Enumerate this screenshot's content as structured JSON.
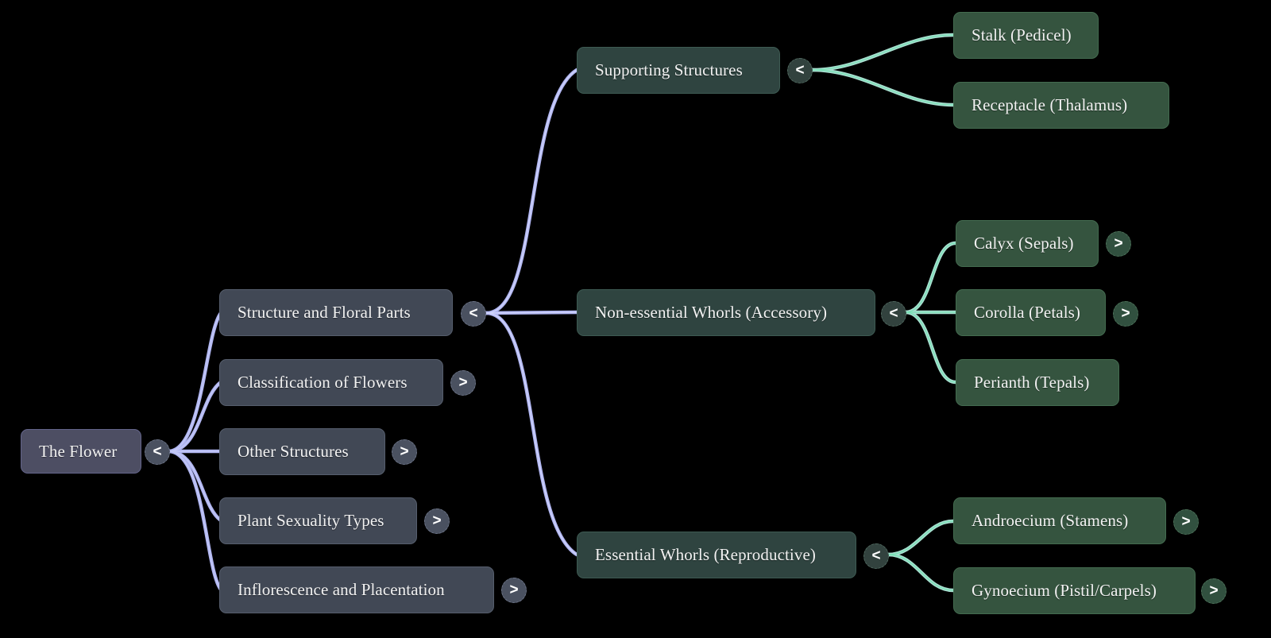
{
  "diagram": {
    "title": "The Flower",
    "type": "mind-map",
    "background_color": "#000000",
    "orientation": "left-to-right"
  },
  "palette": {
    "root_fill": "#4d4e63",
    "level2_fill": "#414855",
    "level3_fill": "#2f4440",
    "level4_fill": "#35543f",
    "edge_slate": "#b0b5f0",
    "edge_green": "#a8ded0",
    "text": "#f2f2f2"
  },
  "nodes": {
    "root": {
      "label": "The Flower",
      "toggle": "<"
    },
    "level2": [
      {
        "label": "Structure and Floral Parts",
        "toggle": "<"
      },
      {
        "label": "Classification of Flowers",
        "toggle": ">"
      },
      {
        "label": "Other Structures",
        "toggle": ">"
      },
      {
        "label": "Plant Sexuality Types",
        "toggle": ">"
      },
      {
        "label": "Inflorescence and Placentation",
        "toggle": ">"
      }
    ],
    "level3": [
      {
        "label": "Supporting Structures",
        "toggle": "<"
      },
      {
        "label": "Non-essential Whorls (Accessory)",
        "toggle": "<"
      },
      {
        "label": "Essential Whorls (Reproductive)",
        "toggle": "<"
      }
    ],
    "level4": [
      {
        "label": "Stalk (Pedicel)",
        "toggle": ""
      },
      {
        "label": "Receptacle (Thalamus)",
        "toggle": ""
      },
      {
        "label": "Calyx (Sepals)",
        "toggle": ">"
      },
      {
        "label": "Corolla (Petals)",
        "toggle": ">"
      },
      {
        "label": "Perianth (Tepals)",
        "toggle": ""
      },
      {
        "label": "Androecium (Stamens)",
        "toggle": ">"
      },
      {
        "label": "Gynoecium (Pistil/Carpels)",
        "toggle": ">"
      }
    ]
  }
}
